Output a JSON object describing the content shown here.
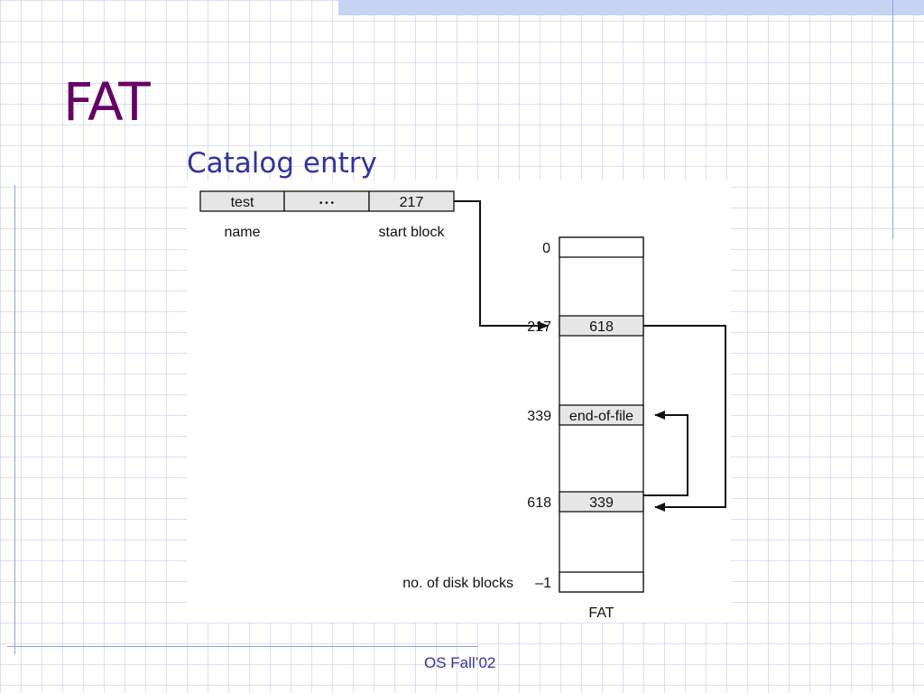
{
  "slide": {
    "title": "FAT",
    "subtitle": "Catalog entry",
    "footer": "OS Fall’02"
  },
  "entry": {
    "cells": [
      "test",
      "• • •",
      "217"
    ],
    "labels": [
      "name",
      "start block"
    ]
  },
  "fat": {
    "caption": "FAT",
    "rows": [
      {
        "index": "0",
        "value": ""
      },
      {
        "index": "217",
        "value": "618"
      },
      {
        "index": "339",
        "value": "end-of-file"
      },
      {
        "index": "618",
        "value": "339"
      },
      {
        "index": "–1",
        "value": ""
      }
    ],
    "last_row_label": "no. of disk blocks"
  },
  "colors": {
    "title": "#660066",
    "subtitle": "#333399",
    "cell_fill": "#e6e6e6",
    "line": "#111111"
  }
}
